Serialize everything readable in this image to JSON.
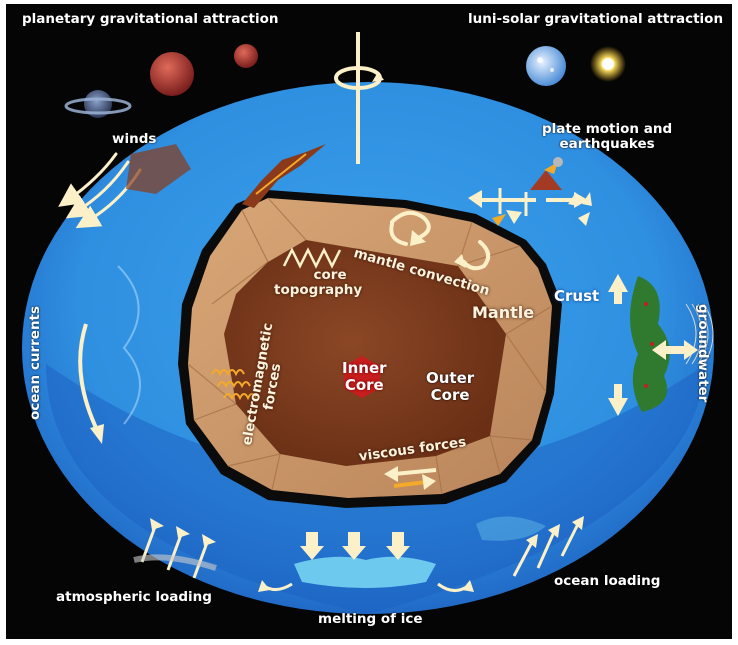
{
  "labels": {
    "planetary_gravitational_attraction": "planetary gravitational attraction",
    "luni_solar_gravitational_attraction": "luni-solar gravitational attraction",
    "winds": "winds",
    "plate_motion_line1": "plate motion and",
    "plate_motion_line2": "earthquakes",
    "core_topography_line1": "core",
    "core_topography_line2": "topography",
    "mantle_convection": "mantle convection",
    "crust": "Crust",
    "mantle": "Mantle",
    "groundwater": "groundwater",
    "ocean_currents": "ocean currents",
    "electromagnetic_line1": "electromagnetic",
    "electromagnetic_line2": "forces",
    "inner_core_line1": "Inner",
    "inner_core_line2": "Core",
    "outer_core_line1": "Outer",
    "outer_core_line2": "Core",
    "viscous_forces": "viscous forces",
    "atmospheric_loading": "atmospheric loading",
    "ocean_loading": "ocean loading",
    "melting_of_ice": "melting of ice"
  },
  "colors": {
    "background": "#050505",
    "ocean_blue": "#2f8fe0",
    "mantle_tan": "#c89566",
    "outer_core_brown": "#7a3a1c",
    "inner_core_red": "#c81e1e",
    "arrow_cream": "#fbf0c8",
    "arrow_orange": "#f3a92a"
  },
  "icons": [
    "rotation-axis-icon",
    "planet-saturn-icon",
    "planet-mars-icon",
    "planet-small-red-icon",
    "moon-icon",
    "sun-icon",
    "wind-arrows-icon",
    "fault-line-icon",
    "volcano-icon",
    "coil-icon",
    "hexagon-core-icon",
    "tree-icon",
    "groundwater-lines-icon"
  ]
}
